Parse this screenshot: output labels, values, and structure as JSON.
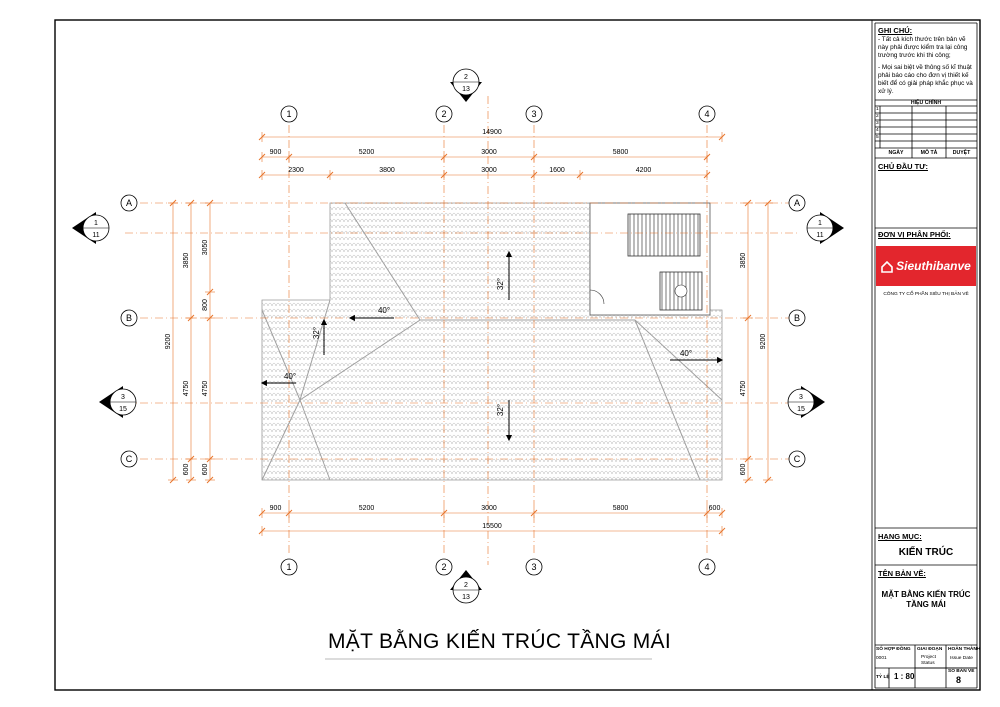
{
  "drawing": {
    "title": "MẶT BẰNG KIẾN TRÚC TẦNG MÁI",
    "grid_columns": [
      "1",
      "2",
      "3",
      "4"
    ],
    "grid_rows": [
      "A",
      "B",
      "C"
    ],
    "section_marks": [
      {
        "top": "2",
        "bottom": "13"
      },
      {
        "top": "1",
        "bottom": "11"
      },
      {
        "top": "3",
        "bottom": "15"
      }
    ],
    "dims_top_overall": "14900",
    "dims_top_row1": [
      "900",
      "5200",
      "3000",
      "5800"
    ],
    "dims_top_row2": [
      "2300",
      "3800",
      "3000",
      "1600",
      "4200"
    ],
    "dims_bottom_row1": [
      "900",
      "5200",
      "3000",
      "5800",
      "600"
    ],
    "dims_bottom_overall": "15500",
    "dims_left_outer": [
      "3850",
      "4750",
      "600"
    ],
    "dims_left_inner": [
      "3050",
      "800",
      "4750",
      "600"
    ],
    "dims_left_total": "9200",
    "dims_right_outer": [
      "3850",
      "4750",
      "600"
    ],
    "dims_right_total": "9200",
    "slopes": [
      "32°",
      "40°",
      "32°",
      "40°",
      "40°",
      "32°"
    ]
  },
  "title_block": {
    "notes_heading": "GHI CHÚ:",
    "notes": [
      "- Tất cả kích thước trên bản vẽ này phải được kiểm tra lại công trường trước khi thi công;",
      "- Mọi sai biệt về thông số kĩ thuật phải báo cáo cho đơn vị thiết kế biết để có giải pháp khắc phục và xử lý."
    ],
    "revision_heading": "HIỆU CHỈNH",
    "revision_numbers": [
      "1",
      "2",
      "3",
      "4",
      "5"
    ],
    "revision_cols": [
      "NGÀY",
      "MÔ TẢ",
      "DUYỆT"
    ],
    "owner_heading": "CHỦ ĐẦU TƯ:",
    "distributor_heading": "ĐƠN VỊ PHÂN PHỐI:",
    "logo_text": "Sieuthibanve",
    "company": "CÔNG TY CỔ PHẦN SIÊU THỊ BẢN VẼ",
    "category_heading": "HẠNG MỤC:",
    "category": "KIẾN TRÚC",
    "drawing_name_heading": "TÊN BẢN VẼ:",
    "drawing_name_line1": "MẶT BẰNG KIẾN TRÚC",
    "drawing_name_line2": "TẦNG MÁI",
    "contract_label": "SỐ HỢP ĐỒNG",
    "contract_no": "0001",
    "stage_label": "GIAI ĐOẠN",
    "stage_sub1": "Project",
    "stage_sub2": "Status",
    "complete_label": "HOÀN THÀNH",
    "complete_sub": "Issue Date",
    "scale_label": "TỶ LỆ",
    "scale": "1 : 80",
    "sheet_label": "SỐ BẢN VẼ",
    "sheet_no": "8"
  },
  "colors": {
    "dimension": "#e8742a",
    "line": "#000000",
    "logo": "#e3262d",
    "tile": "#bdbdbd"
  }
}
